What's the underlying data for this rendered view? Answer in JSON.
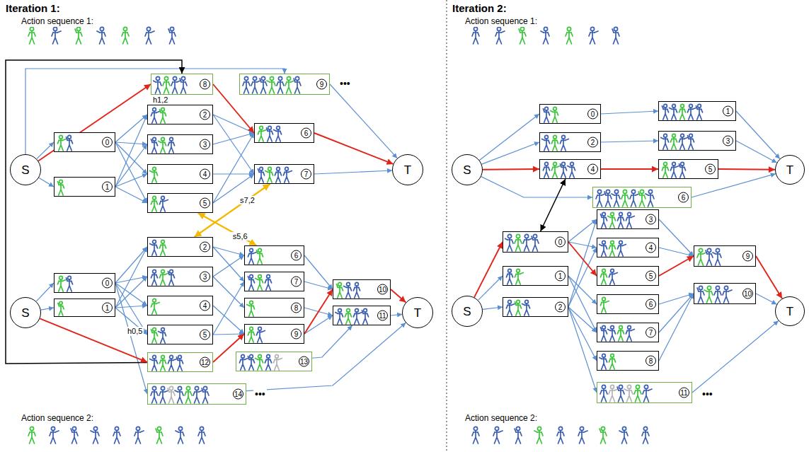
{
  "diagram": {
    "nodes": [
      {
        "text": [
          "S"
        ]
      },
      {
        "text": [
          "0"
        ]
      },
      {
        "text": [
          "1"
        ]
      },
      {
        "text": [
          "8"
        ]
      },
      {
        "text": [
          "9"
        ]
      },
      {
        "text": [
          "2"
        ]
      },
      {
        "text": [
          "3"
        ]
      },
      {
        "text": [
          "4"
        ]
      },
      {
        "text": [
          "5"
        ]
      },
      {
        "text": [
          "6"
        ]
      },
      {
        "text": [
          "7"
        ]
      },
      {
        "text": [
          "T"
        ]
      },
      {
        "text": [
          "S"
        ]
      },
      {
        "text": [
          "0"
        ]
      },
      {
        "text": [
          "1"
        ]
      },
      {
        "text": [
          "2"
        ]
      },
      {
        "text": [
          "3"
        ]
      },
      {
        "text": [
          "4"
        ]
      },
      {
        "text": [
          "5"
        ]
      },
      {
        "text": [
          "12"
        ]
      },
      {
        "text": [
          "14"
        ]
      },
      {
        "text": [
          "6"
        ]
      },
      {
        "text": [
          "7"
        ]
      },
      {
        "text": [
          "8"
        ]
      },
      {
        "text": [
          "9"
        ]
      },
      {
        "text": [
          "13"
        ]
      },
      {
        "text": [
          "10"
        ]
      },
      {
        "text": [
          "11"
        ]
      },
      {
        "text": [
          "T"
        ]
      },
      {
        "text": [
          "S"
        ]
      },
      {
        "text": [
          "0"
        ]
      },
      {
        "text": [
          "2"
        ]
      },
      {
        "text": [
          "4"
        ]
      },
      {
        "text": [
          "6"
        ]
      },
      {
        "text": [
          "1"
        ]
      },
      {
        "text": [
          "3"
        ]
      },
      {
        "text": [
          "5"
        ]
      },
      {
        "text": [
          "T"
        ]
      },
      {
        "text": [
          "S"
        ]
      },
      {
        "text": [
          "0"
        ]
      },
      {
        "text": [
          "1"
        ]
      },
      {
        "text": [
          "2"
        ]
      },
      {
        "text": [
          "3"
        ]
      },
      {
        "text": [
          "4"
        ]
      },
      {
        "text": [
          "5"
        ]
      },
      {
        "text": [
          "6"
        ]
      },
      {
        "text": [
          "7"
        ]
      },
      {
        "text": [
          "8"
        ]
      },
      {
        "text": [
          "11"
        ]
      },
      {
        "text": [
          "9"
        ]
      },
      {
        "text": [
          "10"
        ]
      },
      {
        "text": [
          "T"
        ]
      }
    ],
    "edges": [
      {
        "from": 0,
        "to": 1,
        "arrow": "to"
      },
      {
        "from": 0,
        "to": 2,
        "arrow": "to"
      },
      {
        "from": 0,
        "to": 3,
        "arrow": "to"
      },
      {
        "from": 0,
        "to": 4,
        "arrow": "to"
      },
      {
        "from": 1,
        "to": 5,
        "arrow": "to"
      },
      {
        "from": 1,
        "to": 6,
        "arrow": "to"
      },
      {
        "from": 1,
        "to": 7,
        "arrow": "to"
      },
      {
        "from": 1,
        "to": 8,
        "arrow": "to"
      },
      {
        "from": 2,
        "to": 5,
        "arrow": "to"
      },
      {
        "from": 2,
        "to": 6,
        "arrow": "to"
      },
      {
        "from": 2,
        "to": 7,
        "arrow": "to"
      },
      {
        "from": 2,
        "to": 8,
        "arrow": "to"
      },
      {
        "from": 5,
        "to": 9,
        "arrow": "to"
      },
      {
        "from": 5,
        "to": 10,
        "arrow": "to"
      },
      {
        "from": 6,
        "to": 9,
        "arrow": "to"
      },
      {
        "from": 7,
        "to": 10,
        "arrow": "to"
      },
      {
        "from": 8,
        "to": 9,
        "arrow": "to"
      },
      {
        "from": 8,
        "to": 10,
        "arrow": "to"
      },
      {
        "from": 3,
        "to": 9,
        "arrow": "to"
      },
      {
        "from": 9,
        "to": 11,
        "arrow": "to"
      },
      {
        "from": 10,
        "to": 11,
        "arrow": "to"
      },
      {
        "from": 4,
        "to": 11,
        "arrow": "to"
      },
      {
        "from": 10,
        "to": 15,
        "arrow": "both",
        "label": "s7,2"
      },
      {
        "from": 8,
        "to": 21,
        "arrow": "both",
        "label": "s5,6"
      },
      {
        "from": 12,
        "to": 13,
        "arrow": "to"
      },
      {
        "from": 12,
        "to": 14,
        "arrow": "to"
      },
      {
        "from": 12,
        "to": 19,
        "arrow": "to"
      },
      {
        "from": 13,
        "to": 15,
        "arrow": "to"
      },
      {
        "from": 13,
        "to": 16,
        "arrow": "to"
      },
      {
        "from": 13,
        "to": 17,
        "arrow": "to"
      },
      {
        "from": 13,
        "to": 18,
        "arrow": "to"
      },
      {
        "from": 13,
        "to": 20,
        "arrow": "to"
      },
      {
        "from": 14,
        "to": 15,
        "arrow": "to"
      },
      {
        "from": 14,
        "to": 16,
        "arrow": "to"
      },
      {
        "from": 14,
        "to": 17,
        "arrow": "to"
      },
      {
        "from": 14,
        "to": 18,
        "arrow": "to"
      },
      {
        "from": 15,
        "to": 21,
        "arrow": "to"
      },
      {
        "from": 15,
        "to": 22,
        "arrow": "to"
      },
      {
        "from": 16,
        "to": 21,
        "arrow": "to"
      },
      {
        "from": 16,
        "to": 23,
        "arrow": "to"
      },
      {
        "from": 17,
        "to": 24,
        "arrow": "to"
      },
      {
        "from": 18,
        "to": 22,
        "arrow": "to"
      },
      {
        "from": 18,
        "to": 24,
        "arrow": "to"
      },
      {
        "from": 19,
        "to": 24,
        "arrow": "to"
      },
      {
        "from": 19,
        "to": 3,
        "arrow": "to"
      },
      {
        "from": 21,
        "to": 26,
        "arrow": "to"
      },
      {
        "from": 22,
        "to": 26,
        "arrow": "to"
      },
      {
        "from": 23,
        "to": 27,
        "arrow": "to"
      },
      {
        "from": 24,
        "to": 26,
        "arrow": "to"
      },
      {
        "from": 24,
        "to": 27,
        "arrow": "to"
      },
      {
        "from": 25,
        "to": 27,
        "arrow": "to"
      },
      {
        "from": 26,
        "to": 28,
        "arrow": "to"
      },
      {
        "from": 27,
        "to": 28,
        "arrow": "to"
      },
      {
        "from": 20,
        "to": 28,
        "arrow": "to"
      },
      {
        "from": 29,
        "to": 30,
        "arrow": "to"
      },
      {
        "from": 29,
        "to": 31,
        "arrow": "to"
      },
      {
        "from": 29,
        "to": 32,
        "arrow": "to"
      },
      {
        "from": 29,
        "to": 33,
        "arrow": "to"
      },
      {
        "from": 30,
        "to": 34,
        "arrow": "to"
      },
      {
        "from": 31,
        "to": 35,
        "arrow": "to"
      },
      {
        "from": 32,
        "to": 36,
        "arrow": "to"
      },
      {
        "from": 34,
        "to": 37,
        "arrow": "to"
      },
      {
        "from": 35,
        "to": 37,
        "arrow": "to"
      },
      {
        "from": 36,
        "to": 37,
        "arrow": "to"
      },
      {
        "from": 33,
        "to": 37,
        "arrow": "to"
      },
      {
        "from": 32,
        "to": 39,
        "arrow": "both"
      },
      {
        "from": 38,
        "to": 39,
        "arrow": "to"
      },
      {
        "from": 38,
        "to": 40,
        "arrow": "to"
      },
      {
        "from": 38,
        "to": 41,
        "arrow": "to"
      },
      {
        "from": 39,
        "to": 42,
        "arrow": "to"
      },
      {
        "from": 39,
        "to": 43,
        "arrow": "to"
      },
      {
        "from": 39,
        "to": 44,
        "arrow": "to"
      },
      {
        "from": 40,
        "to": 45,
        "arrow": "to"
      },
      {
        "from": 40,
        "to": 46,
        "arrow": "to"
      },
      {
        "from": 41,
        "to": 42,
        "arrow": "to"
      },
      {
        "from": 41,
        "to": 43,
        "arrow": "to"
      },
      {
        "from": 41,
        "to": 46,
        "arrow": "to"
      },
      {
        "from": 41,
        "to": 47,
        "arrow": "to"
      },
      {
        "from": 41,
        "to": 48,
        "arrow": "to"
      },
      {
        "from": 42,
        "to": 49,
        "arrow": "to"
      },
      {
        "from": 43,
        "to": 49,
        "arrow": "to"
      },
      {
        "from": 44,
        "to": 49,
        "arrow": "to"
      },
      {
        "from": 45,
        "to": 50,
        "arrow": "to"
      },
      {
        "from": 46,
        "to": 50,
        "arrow": "to"
      },
      {
        "from": 47,
        "to": 50,
        "arrow": "to"
      },
      {
        "from": 49,
        "to": 51,
        "arrow": "to"
      },
      {
        "from": 50,
        "to": 51,
        "arrow": "to"
      },
      {
        "from": 48,
        "to": 51,
        "arrow": "to"
      }
    ],
    "labels": [
      "Iteration 1:",
      "Action sequence 1:",
      "h1,2",
      "•••",
      "h0,5",
      "•••",
      "Action sequence 2:",
      "Iteration 2:",
      "Action sequence 1:",
      "•••",
      "Action sequence 2:"
    ]
  }
}
